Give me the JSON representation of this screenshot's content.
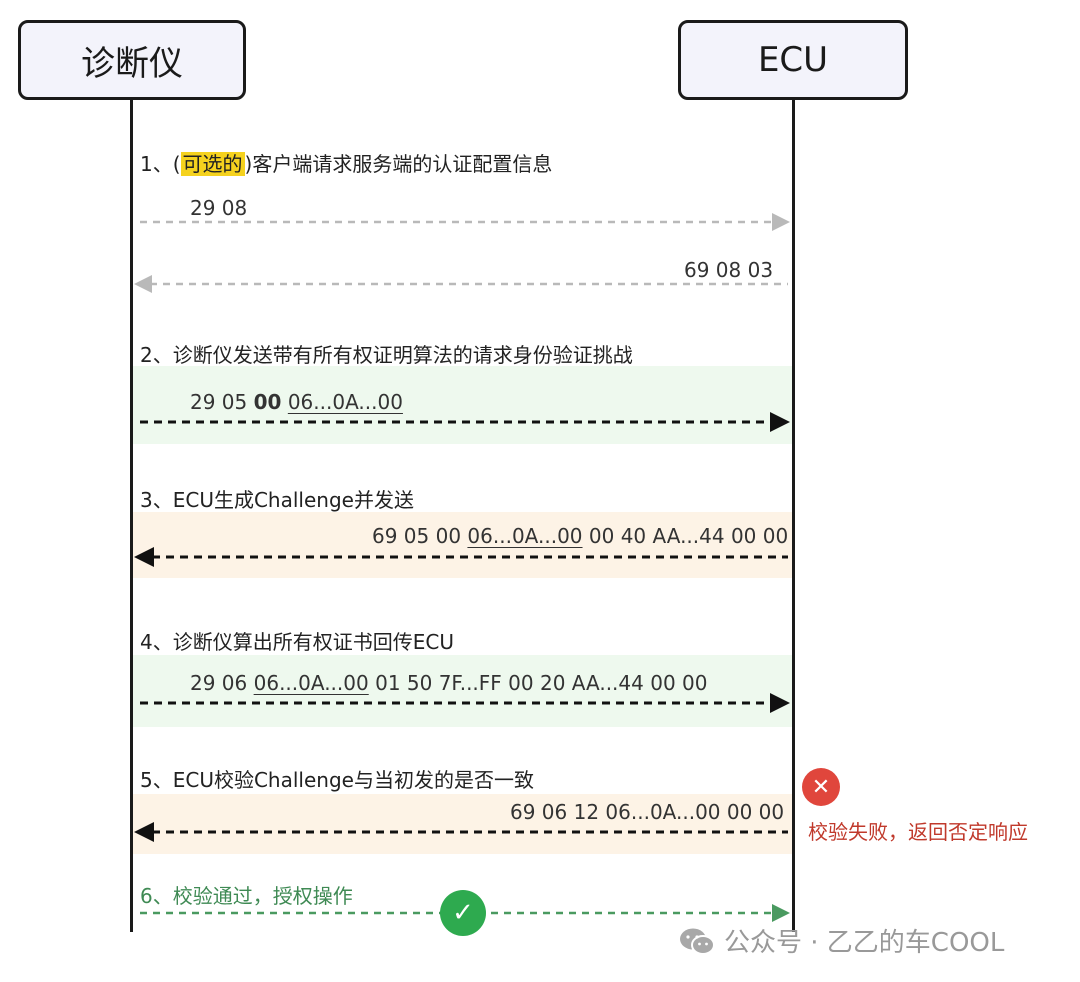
{
  "actors": {
    "left": "诊断仪",
    "right": "ECU"
  },
  "steps": [
    {
      "label_parts": [
        "1、(",
        "可选的",
        ")客户端请求服务端的认证配置信息"
      ],
      "messages": [
        {
          "text": "29 08",
          "direction": "right",
          "style": "gray"
        },
        {
          "text": "69 08 03",
          "direction": "left",
          "style": "gray"
        }
      ]
    },
    {
      "label": "2、诊断仪发送带有所有权证明算法的请求身份验证挑战",
      "message_parts": [
        "29 05 ",
        "00",
        " ",
        "06...0A...00"
      ],
      "direction": "right",
      "band_color": "#eef9ee"
    },
    {
      "label": "3、ECU生成Challenge并发送",
      "message_parts": [
        "69 05 00 ",
        "06...0A...00",
        " 00 40 AA...44 00 00"
      ],
      "direction": "left",
      "band_color": "#fdf3e6"
    },
    {
      "label": "4、诊断仪算出所有权证书回传ECU",
      "message_parts": [
        "29 06 ",
        "06...0A...00",
        " 01 50 7F...FF 00 20 AA...44 00 00"
      ],
      "direction": "right",
      "band_color": "#eef9ee"
    },
    {
      "label": "5、ECU校验Challenge与当初发的是否一致",
      "message": "69 06 12 06...0A...00 00 00",
      "direction": "left",
      "band_color": "#fdf3e6",
      "status_icon": "cross-icon",
      "status_color": "#e0463c",
      "status_text": "校验失败，返回否定响应"
    },
    {
      "label": "6、校验通过，授权操作",
      "direction": "right",
      "status_icon": "check-icon",
      "status_color": "#2eaa4f",
      "label_color": "#3f8a54"
    }
  ],
  "watermark": {
    "text": "公众号 · 乙乙的车COOL",
    "icon": "wechat-icon"
  }
}
